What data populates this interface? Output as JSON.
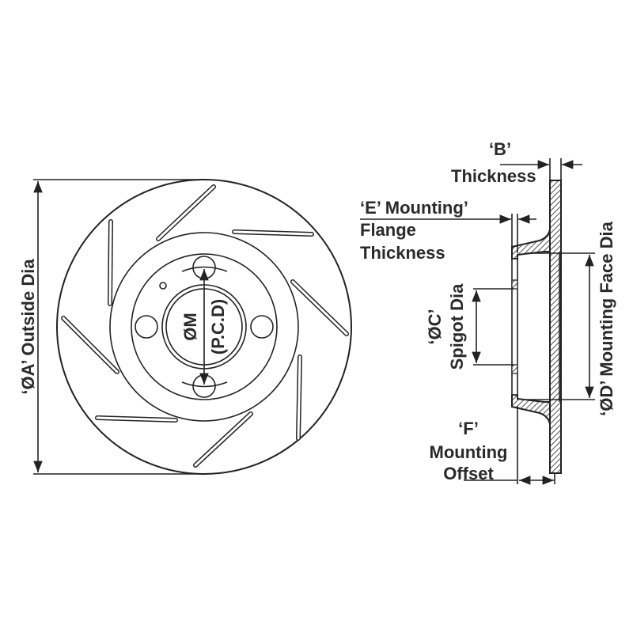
{
  "labels": {
    "outside_dia": "‘ØA’ Outside Dia",
    "b_code": "‘B’",
    "b_thickness": "Thickness",
    "e_line1": "‘E’ Mounting’",
    "e_line2": "Flange",
    "e_line3": "Thickness",
    "c_code": "‘ØC’",
    "c_label": "Spigot Dia",
    "d_label": "‘ØD’ Mounting Face Dia",
    "f_code": "‘F’",
    "f_line1": "Mounting",
    "f_line2": "Offset",
    "m_code": "ØM",
    "m_label": "(P.C.D)"
  },
  "colors": {
    "ink": "#222222",
    "background": "#ffffff"
  }
}
